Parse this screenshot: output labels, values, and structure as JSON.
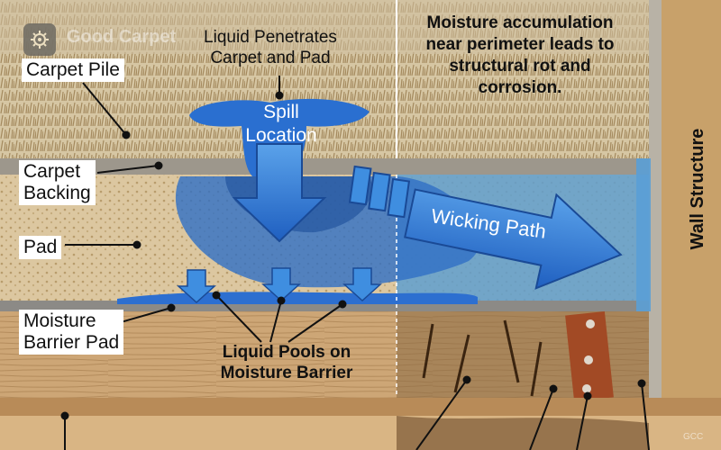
{
  "brand": {
    "name": "Good Carpet",
    "watermark": "GCC",
    "logo_icon": "gear-logo-icon"
  },
  "labels": {
    "carpet_pile": "Carpet Pile",
    "carpet_backing": "Carpet\nBacking",
    "pad": "Pad",
    "moisture_barrier_pad": "Moisture\nBarrier Pad",
    "wall_structure": "Wall Structure"
  },
  "captions": {
    "liquid_penetrates": "Liquid Penetrates\nCarpet and Pad",
    "spill_location": "Spill\nLocation",
    "wicking_path": "Wicking Path",
    "liquid_pools": "Liquid Pools on\nMoisture Barrier",
    "moisture_accumulation": "Moisture accumulation\nnear perimeter leads to\nstructural rot and\ncorrosion."
  },
  "colors": {
    "liquid": "#2f76d6",
    "liquid_dark": "#1b4f9e",
    "wicking_blue": "#5a9fd6",
    "pad": "#d8c39a",
    "carpet_pile": "#cfbd97",
    "backing": "#9a958c",
    "barrier": "#8e8c88",
    "wood": "#c9a472",
    "wall": "#c69b62",
    "rot": "#5a3b1e",
    "rust": "#a24a25"
  }
}
